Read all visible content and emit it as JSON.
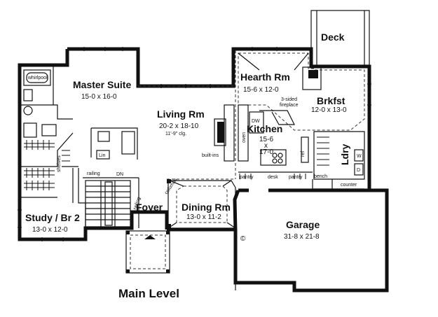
{
  "plan": {
    "title": "Main Level",
    "copyright": "©",
    "rooms": {
      "deck": {
        "name": "Deck"
      },
      "master": {
        "name": "Master Suite",
        "dim": "15-0 x 16-0"
      },
      "hearth": {
        "name": "Hearth Rm",
        "dim": "15-6 x 12-0"
      },
      "living": {
        "name": "Living Rm",
        "dim": "20-2 x 18-10",
        "note": "11'-9\" clg."
      },
      "brkfst": {
        "name": "Brkfst",
        "dim": "12-0 x 13-0"
      },
      "kitchen": {
        "name": "Kitchen",
        "dim1": "15-6",
        "dim2": "x",
        "dim3": "17-0"
      },
      "ldry": {
        "name": "Ldry"
      },
      "study": {
        "name": "Study / Br 2",
        "dim": "13-0 x 12-0"
      },
      "foyer": {
        "name": "Foyer"
      },
      "dining": {
        "name": "Dining Rm",
        "dim": "13-0 x 11-2"
      },
      "garage": {
        "name": "Garage",
        "dim": "31-8 x 21-8"
      }
    },
    "labels": {
      "whirlpool": "whirlpool",
      "lin": "Lin",
      "shelves": "shelves",
      "railing_top": "railing",
      "dn": "DN",
      "railing_side": "railing",
      "columns": "columns",
      "built_ins": "built-ins",
      "oven": "oven",
      "dw": "DW",
      "fireplace_1": "3-sided",
      "fireplace_2": "fireplace",
      "ref": "ref",
      "pantry_left": "pantry",
      "desk": "desk",
      "pantry_right": "pantry",
      "bench": "bench",
      "counter": "counter",
      "w": "W",
      "d": "D"
    }
  }
}
